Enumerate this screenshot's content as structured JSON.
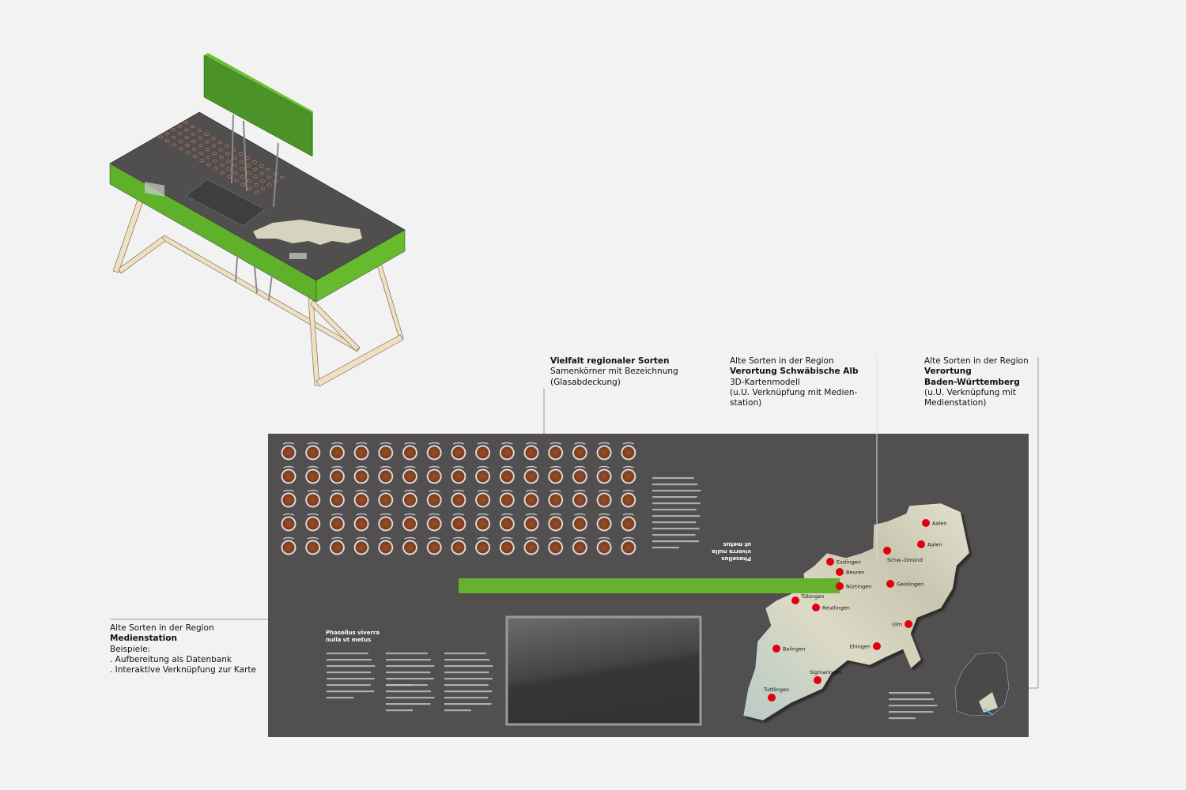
{
  "annotations": {
    "seeds": {
      "title": "Vielfalt regionaler Sorten",
      "lines": [
        "Samenkörner mit Bezeichnung",
        "(Glasabdeckung)"
      ]
    },
    "alb_map": {
      "intro": "Alte Sorten in der Region",
      "title": "Verortung  Schwäbische Alb",
      "lines": [
        "3D-Kartenmodell",
        "(u.U. Verknüpfung mit Medien-",
        "station)"
      ]
    },
    "bw_map": {
      "intro": "Alte Sorten in der Region",
      "title": "Verortung",
      "title2": "Baden-Württemberg",
      "lines": [
        "(u.U. Verknüpfung mit",
        "Medienstation)"
      ]
    },
    "media": {
      "intro": "Alte Sorten in der Region",
      "title": "Medienstation",
      "lines": [
        "Beispiele:",
        ". Aufbereitung als Datenbank",
        ". Interaktive Verknüpfung zur Karte"
      ]
    }
  },
  "board": {
    "media_title": "Phasellus viverra nulla ut metus",
    "rotated_title": "Phasellus viverra nulla ut metus",
    "seed_rows": 5,
    "seed_cols": 15
  },
  "colors": {
    "board": "#514f50",
    "green": "#66b22e",
    "dark_green": "#4a9228",
    "wood": "#efe0c4",
    "map": "#d8d6c0",
    "dot": "#e0000f",
    "background": "#f2f2f2"
  },
  "cities": [
    {
      "name": "Aalen",
      "pos": "right"
    },
    {
      "name": "Aalen",
      "pos": "right"
    },
    {
      "name": "Schw.-Gmünd",
      "pos": "below"
    },
    {
      "name": "Esslingen",
      "pos": "right"
    },
    {
      "name": "Beuren",
      "pos": "right"
    },
    {
      "name": "Nürtingen",
      "pos": "right"
    },
    {
      "name": "Geislingen",
      "pos": "right"
    },
    {
      "name": "Tübingen",
      "pos": "above"
    },
    {
      "name": "Reutlingen",
      "pos": "right"
    },
    {
      "name": "Ulm",
      "pos": "left"
    },
    {
      "name": "Ehingen",
      "pos": "left"
    },
    {
      "name": "Balingen",
      "pos": "right"
    },
    {
      "name": "Sigmaringen",
      "pos": "above"
    },
    {
      "name": "Tuttlingen",
      "pos": "above"
    }
  ]
}
